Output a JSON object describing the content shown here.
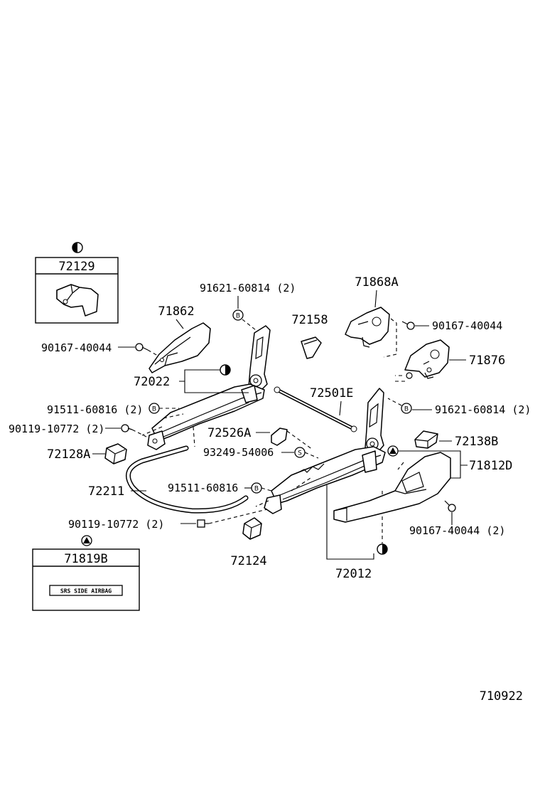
{
  "diagram_id": "710922",
  "labels": {
    "p72129": "72129",
    "p71862": "71862",
    "p91621_top": "91621-60814 (2)",
    "p72158": "72158",
    "p71868A": "71868A",
    "p90167_right": "90167-40044",
    "p90167_left": "90167-40044",
    "p72022": "72022",
    "p71876": "71876",
    "p91511_2": "91511-60816 (2)",
    "p72501E": "72501E",
    "p91621_right": "91621-60814 (2)",
    "p90119_top": "90119-10772 (2)",
    "p72526A": "72526A",
    "p72138B": "72138B",
    "p72128A": "72128A",
    "p93249": "93249-54006",
    "p71812D": "71812D",
    "p72211": "72211",
    "p91511": "91511-60816",
    "p90167_bottom": "90167-40044 (2)",
    "p90119_bottom": "90119-10772 (2)",
    "p72124": "72124",
    "p72012": "72012",
    "p71819B": "71819B",
    "airbag_tag": "SRS SIDE AIRBAG"
  },
  "symbol_letters": {
    "b": "B",
    "s": "S"
  }
}
